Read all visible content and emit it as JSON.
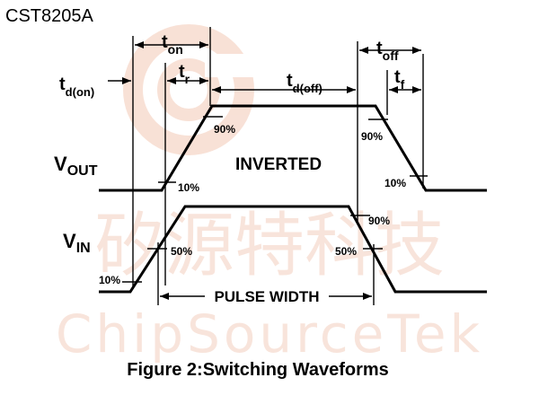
{
  "part_number": "CST8205A",
  "figure_caption": "Figure 2:Switching Waveforms",
  "watermark": {
    "chinese": "矽源特科技",
    "latin": "ChipSourceTek"
  },
  "timing_labels": {
    "t_on": {
      "main": "t",
      "sub": "on"
    },
    "t_r": {
      "main": "t",
      "sub": "r"
    },
    "t_d_on": {
      "main": "t",
      "sub": "d(on)"
    },
    "t_d_off": {
      "main": "t",
      "sub": "d(off)"
    },
    "t_off": {
      "main": "t",
      "sub": "off"
    },
    "t_f": {
      "main": "t",
      "sub": "f"
    }
  },
  "signals": {
    "v_out": {
      "main": "V",
      "sub": "OUT",
      "note": "INVERTED"
    },
    "v_in": {
      "main": "V",
      "sub": "IN"
    }
  },
  "levels": {
    "out_90_rise": "90%",
    "out_10_rise": "10%",
    "out_90_fall": "90%",
    "out_10_fall": "10%",
    "in_50_rise": "50%",
    "in_10_rise": "10%",
    "in_90_fall": "90%",
    "in_50_fall": "50%"
  },
  "pulse_width_label": "PULSE WIDTH"
}
